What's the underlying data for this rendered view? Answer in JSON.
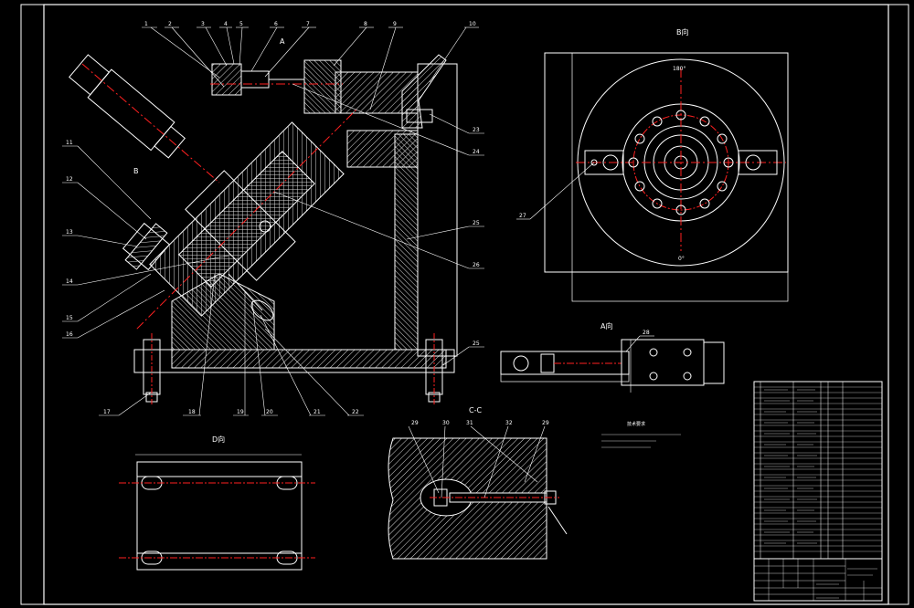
{
  "colors": {
    "background": "#000000",
    "line": "#ffffff",
    "centerline": "#ff2020",
    "section_fill": "#cfcfcf",
    "leader": "#ffffff"
  },
  "view_titles": {
    "b_view": "B向",
    "a_view": "A向",
    "d_view": "D向",
    "c_section": "C-C",
    "main_a": "A",
    "main_b": "B"
  },
  "b_view_angles": {
    "top": "180°",
    "bottom": "0°"
  },
  "balloons_top": [
    "1",
    "2",
    "3",
    "4",
    "5",
    "6",
    "7",
    "8",
    "9",
    "10"
  ],
  "balloons_left": [
    "11",
    "12",
    "13",
    "14",
    "15",
    "16"
  ],
  "balloons_bottom": [
    "17",
    "18",
    "19",
    "20",
    "21",
    "22"
  ],
  "balloons_right": [
    "23",
    "24",
    "25",
    "26",
    "25"
  ],
  "balloon_b": "27",
  "balloon_a": "28",
  "balloons_cc": [
    "29",
    "30",
    "31",
    "32",
    "29"
  ],
  "tech_req_title": "技术要求"
}
